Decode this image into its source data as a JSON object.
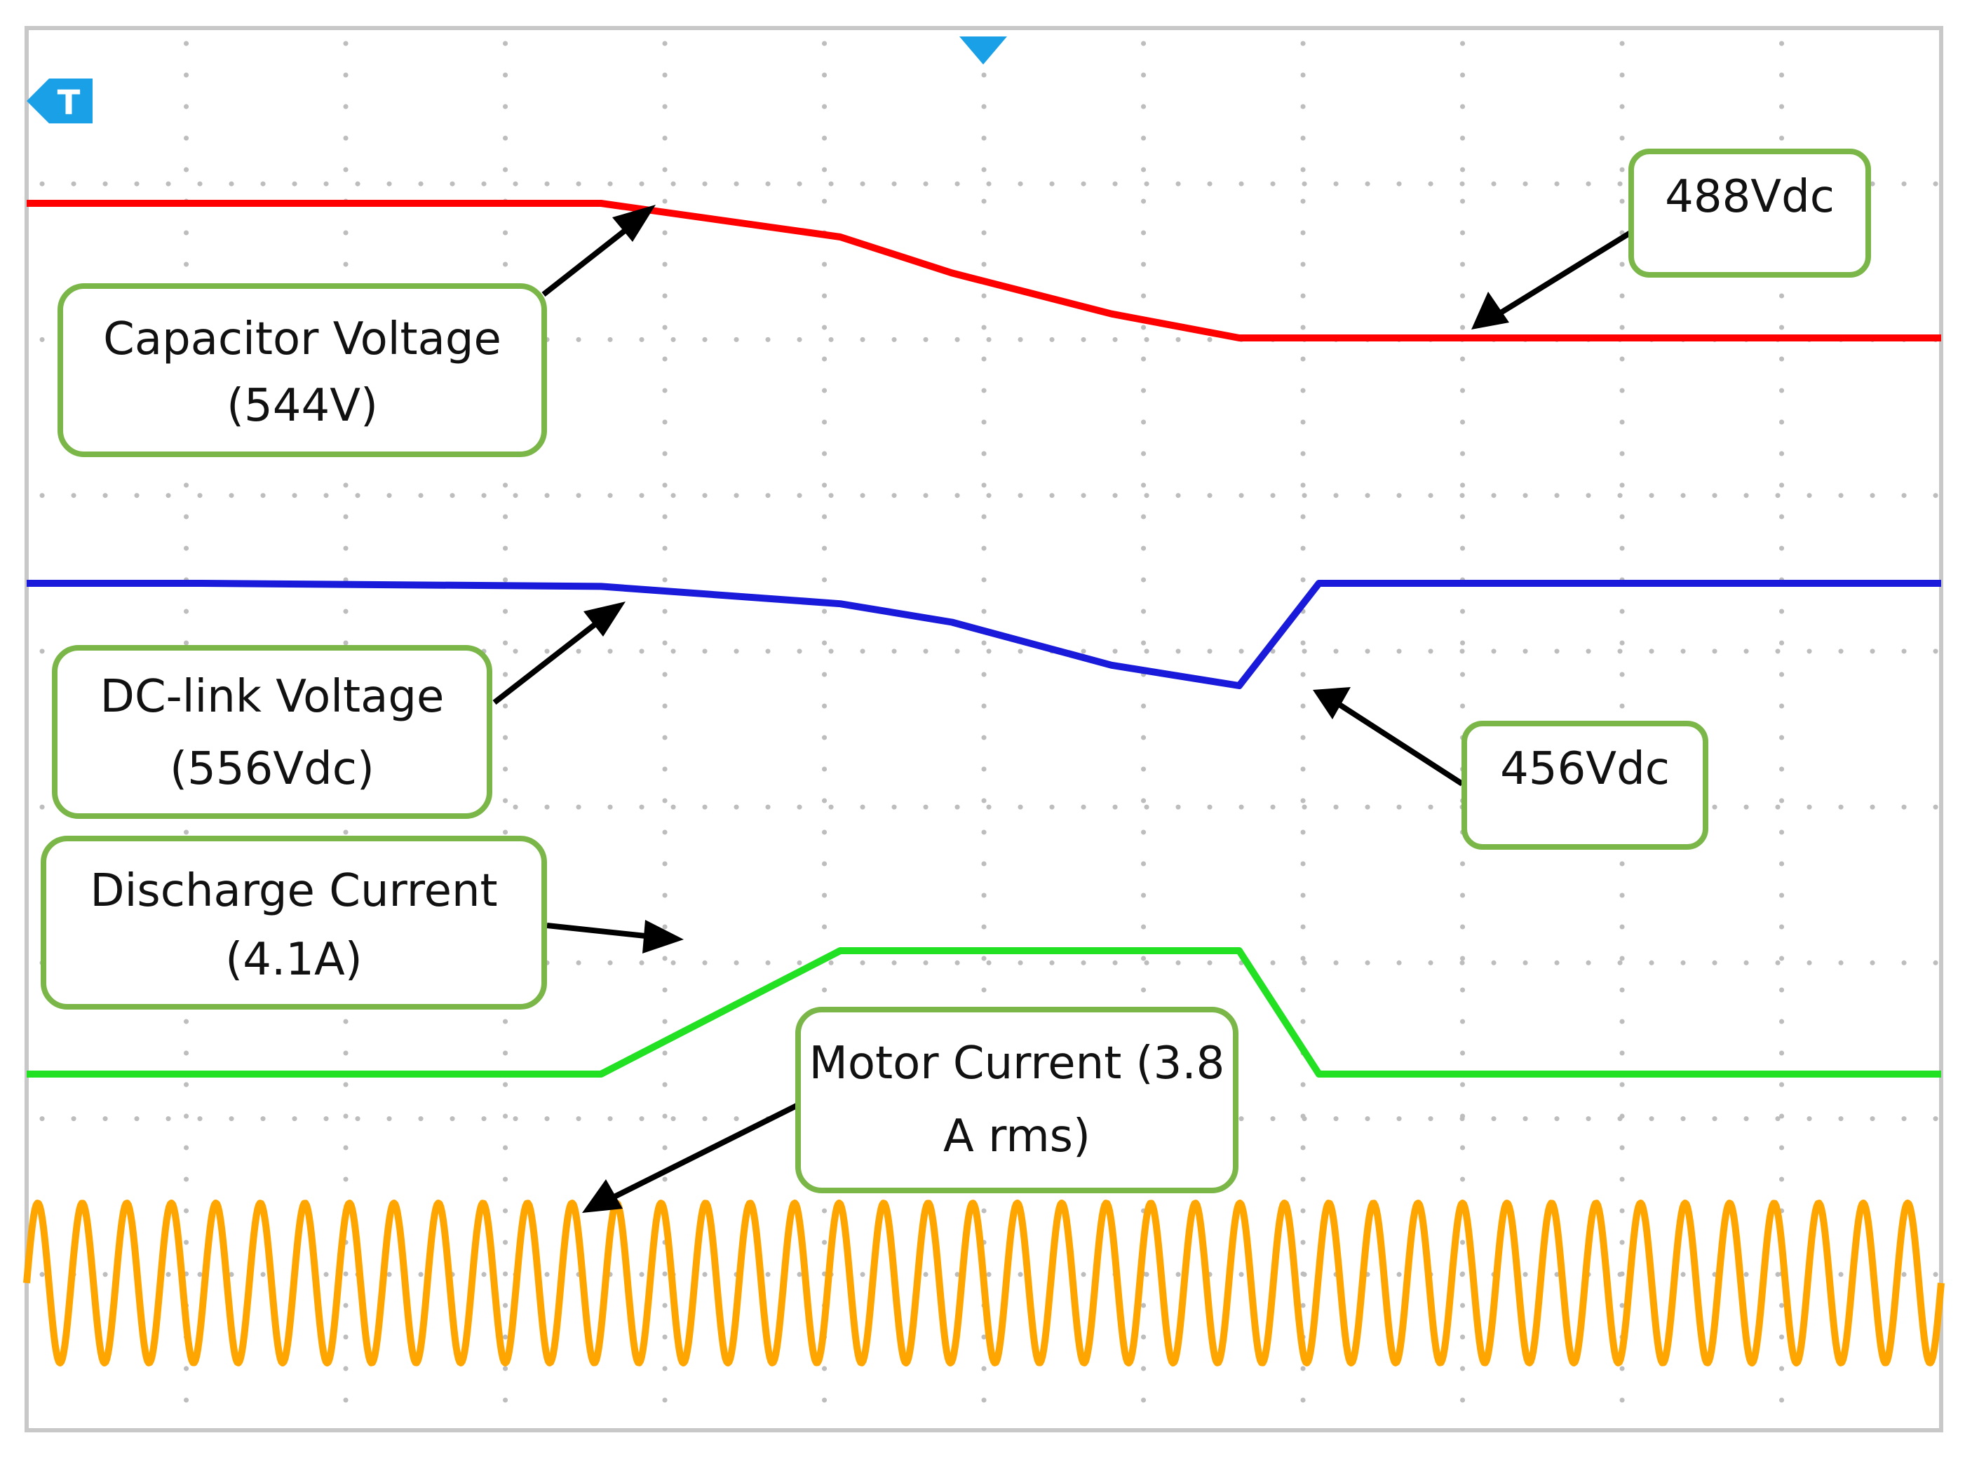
{
  "trigger_marker": "T",
  "colors": {
    "capacitor_voltage": "#ff0000",
    "dc_link_voltage": "#1a1adb",
    "discharge_current": "#22e022",
    "motor_current": "#ffa500",
    "callout_border": "#7ab648",
    "arrow": "#000000",
    "trigger_icon": "#1aa0e6"
  },
  "annotations": {
    "capacitor_voltage": [
      "Capacitor Voltage",
      "(544V)"
    ],
    "dc_link_voltage": [
      "DC-link Voltage",
      "(556Vdc)"
    ],
    "discharge_current": [
      "Discharge Current",
      "(4.1A)"
    ],
    "motor_current": [
      "Motor Current (3.8",
      "A rms)"
    ],
    "capacitor_final": [
      "488Vdc"
    ],
    "dc_link_min": [
      "456Vdc"
    ]
  },
  "chart_data": {
    "type": "line",
    "grid": true,
    "x_divisions": 12,
    "y_divisions": 9,
    "x": [
      0,
      1.1,
      3.6,
      5.1,
      5.8,
      6.8,
      7.6,
      8.1,
      12
    ],
    "series": [
      {
        "key": "capacitor_voltage",
        "values": [
          544,
          544,
          544,
          530,
          515,
          498,
          488,
          488,
          488
        ]
      },
      {
        "key": "dc_link_voltage",
        "values": [
          556,
          556,
          553,
          536,
          518,
          476,
          456,
          556,
          556
        ]
      },
      {
        "key": "discharge_current",
        "values": [
          0,
          0,
          0,
          4.1,
          4.1,
          4.1,
          4.1,
          0,
          0
        ]
      },
      {
        "key": "motor_current",
        "rms": 3.8,
        "cycles": 43
      }
    ]
  }
}
